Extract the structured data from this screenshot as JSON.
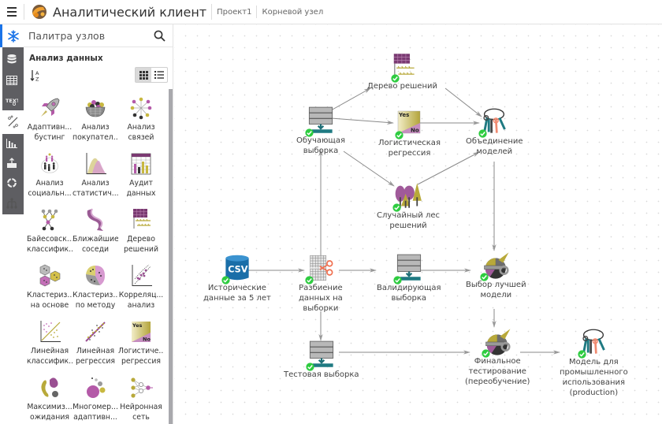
{
  "header": {
    "app_title": "Аналитический клиент",
    "breadcrumbs": [
      "Проект1",
      "Корневой узел"
    ],
    "menu_icon": "hamburger-menu-icon",
    "logo_icon": "app-logo-icon"
  },
  "strip": {
    "tabs": [
      {
        "name": "node-palette",
        "icon": "snowflake-icon",
        "active": true
      },
      {
        "name": "data-sources",
        "icon": "database-icon"
      },
      {
        "name": "tables",
        "icon": "table-icon"
      },
      {
        "name": "text",
        "icon": "text-icon"
      },
      {
        "name": "data-analysis",
        "icon": "percent-icon",
        "selected": true
      },
      {
        "name": "visualization",
        "icon": "bar-chart-icon"
      },
      {
        "name": "export",
        "icon": "export-icon"
      },
      {
        "name": "cycles",
        "icon": "cycle-icon"
      },
      {
        "name": "hierarchy",
        "icon": "hierarchy-icon"
      }
    ]
  },
  "palette": {
    "search_placeholder": "Палитра узлов",
    "section_title": "Анализ данных",
    "sort_label": "A-Z",
    "view_mode": "grid",
    "items": [
      {
        "label1": "Адаптивн...",
        "label2": "бустинг",
        "icon": "rocket-icon"
      },
      {
        "label1": "Анализ",
        "label2": "покупател...",
        "icon": "basket-icon"
      },
      {
        "label1": "Анализ",
        "label2": "связей",
        "icon": "network-icon"
      },
      {
        "label1": "Анализ",
        "label2": "социальн...",
        "icon": "social-network-icon"
      },
      {
        "label1": "Анализ",
        "label2": "статистич...",
        "icon": "distribution-icon"
      },
      {
        "label1": "Аудит",
        "label2": "данных",
        "icon": "data-audit-icon"
      },
      {
        "label1": "Байесовск...",
        "label2": "классифик...",
        "icon": "bayes-net-icon"
      },
      {
        "label1": "Ближайшие",
        "label2": "соседи",
        "icon": "knn-ribbon-icon"
      },
      {
        "label1": "Дерево",
        "label2": "решений",
        "icon": "decision-tree-icon"
      },
      {
        "label1": "Кластериз...",
        "label2": "на основе",
        "icon": "hex-cluster-icon"
      },
      {
        "label1": "Кластериз...",
        "label2": "по методу",
        "icon": "kmeans-icon"
      },
      {
        "label1": "Корреляц...",
        "label2": "анализ",
        "icon": "correlation-icon"
      },
      {
        "label1": "Линейная",
        "label2": "классифик...",
        "icon": "linear-classifier-icon"
      },
      {
        "label1": "Линейная",
        "label2": "регрессия",
        "icon": "linear-regression-icon"
      },
      {
        "label1": "Логистиче...",
        "label2": "регрессия",
        "icon": "logistic-yes-no-icon"
      },
      {
        "label1": "Максимиз...",
        "label2": "ожидания",
        "icon": "em-blobs-icon"
      },
      {
        "label1": "Многомер...",
        "label2": "адаптивн...",
        "icon": "mars-bubbles-icon"
      },
      {
        "label1": "Нейронная",
        "label2": "сеть",
        "icon": "neural-net-icon"
      }
    ]
  },
  "canvas": {
    "nodes": [
      {
        "id": "tree",
        "lines": [
          "Дерево решений"
        ],
        "icon": "decision-tree-icon",
        "status": "ok"
      },
      {
        "id": "train",
        "lines": [
          "Обучающая",
          "выборка"
        ],
        "icon": "sample-table-icon",
        "status": "ok"
      },
      {
        "id": "logreg",
        "lines": [
          "Логистическая",
          "регрессия"
        ],
        "icon": "logistic-yes-no-icon",
        "status": "ok",
        "yes": "Yes",
        "no": "No"
      },
      {
        "id": "ensemble",
        "lines": [
          "Объединение",
          "моделей"
        ],
        "icon": "keyring-icon",
        "status": "ok"
      },
      {
        "id": "forest",
        "lines": [
          "Случайный лес",
          "решений"
        ],
        "icon": "forest-icon",
        "status": "ok"
      },
      {
        "id": "csv",
        "lines": [
          "Исторические",
          "данные за 5 лет"
        ],
        "icon": "csv-database-icon",
        "status": "ok",
        "badge": "CSV"
      },
      {
        "id": "split",
        "lines": [
          "Разбиение",
          "данных на",
          "выборки"
        ],
        "icon": "split-scissors-icon",
        "status": "ok"
      },
      {
        "id": "valid",
        "lines": [
          "Валидирующая",
          "выборка"
        ],
        "icon": "sample-table-icon",
        "status": "ok"
      },
      {
        "id": "best",
        "lines": [
          "Выбор лучшей",
          "модели"
        ],
        "icon": "model-selector-icon",
        "status": "ok"
      },
      {
        "id": "test",
        "lines": [
          "Тестовая выборка"
        ],
        "icon": "sample-table-icon",
        "status": "ok"
      },
      {
        "id": "final",
        "lines": [
          "Финальное",
          "тестирование",
          "(переобучение)"
        ],
        "icon": "model-selector-icon",
        "status": "ok"
      },
      {
        "id": "prod",
        "lines": [
          "Модель для",
          "промышленного",
          "использования",
          "(production)"
        ],
        "icon": "keyring-icon",
        "status": "ok"
      }
    ],
    "edges": [
      [
        "csv",
        "split"
      ],
      [
        "split",
        "train"
      ],
      [
        "split",
        "valid"
      ],
      [
        "split",
        "test"
      ],
      [
        "train",
        "tree"
      ],
      [
        "train",
        "logreg"
      ],
      [
        "train",
        "forest"
      ],
      [
        "tree",
        "ensemble"
      ],
      [
        "logreg",
        "ensemble"
      ],
      [
        "forest",
        "ensemble"
      ],
      [
        "ensemble",
        "best"
      ],
      [
        "valid",
        "best"
      ],
      [
        "best",
        "final"
      ],
      [
        "test",
        "final"
      ],
      [
        "final",
        "prod"
      ]
    ]
  },
  "colors": {
    "accent": "#1a73e8",
    "purple": "#9b4f96",
    "gold": "#b8a93a",
    "teal": "#1f7a82",
    "status_ok": "#2ecc40"
  }
}
